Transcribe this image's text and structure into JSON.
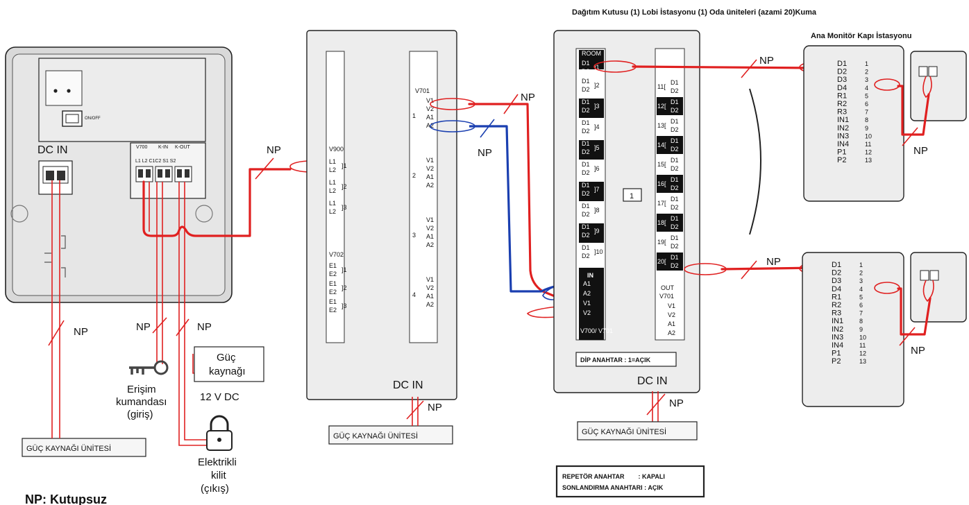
{
  "title_line1": "Dağıtım Kutusu (1) Lobi İstasyonu (1) Oda üniteleri (azami 20)Kuma",
  "title_line2": "Ana Monitör Kapı İstasyonu",
  "np": "NP",
  "legend_np": "NP: Kutupsuz",
  "main_monitor": {
    "dc_in": "DC IN",
    "onoff": "ON/OFF",
    "term_v700": "V700",
    "term_kin": "K-IN",
    "term_kout": "K-OUT",
    "term_pins": "L1 L2 C1C2 S1 S2",
    "power_unit": "GÜÇ KAYNAĞI ÜNİTESİ"
  },
  "access": {
    "line1": "Erişim",
    "line2": "kumandası",
    "line3": "(giriş)"
  },
  "psu": {
    "line1": "Güç",
    "line2": "kaynağı",
    "voltage": "12 V DC"
  },
  "lock": {
    "line1": "Elektrikli",
    "line2": "kilit",
    "line3": "(çıkış)"
  },
  "distribution": {
    "v900": "V900",
    "v702": "V702",
    "v701": "V701",
    "l_pairs": [
      [
        "L1",
        "L2",
        "1"
      ],
      [
        "L1",
        "L2",
        "2"
      ],
      [
        "L1",
        "L2",
        "3"
      ]
    ],
    "e_pairs": [
      [
        "E1",
        "E2",
        "1"
      ],
      [
        "E1",
        "E2",
        "2"
      ],
      [
        "E1",
        "E2",
        "3"
      ]
    ],
    "groups": [
      "1",
      "2",
      "3",
      "4"
    ],
    "group_pins": [
      "V1",
      "V2",
      "A1",
      "A2"
    ],
    "dc_in": "DC IN",
    "power_unit": "GÜÇ KAYNAĞI ÜNİTESİ"
  },
  "lobby": {
    "room": "ROOM",
    "d1": "D1",
    "d2": "D2",
    "left_nums": [
      "1",
      "2",
      "3",
      "4",
      "5",
      "6",
      "7",
      "8",
      "9",
      "10"
    ],
    "right_nums": [
      "11",
      "12",
      "13",
      "14",
      "15",
      "16",
      "17",
      "18",
      "19",
      "20"
    ],
    "in": "IN",
    "in_pins": [
      "A1",
      "A2",
      "V1",
      "V2"
    ],
    "in_foot": "V700/ V701",
    "out": "OUT",
    "out_v701": "V701",
    "out_pins": [
      "V1",
      "V2",
      "A1",
      "A2"
    ],
    "dip_value": "1",
    "dip_switch": "DİP ANAHTAR : 1=AÇIK",
    "dc_in": "DC IN",
    "power_unit": "GÜÇ KAYNAĞI ÜNİTESİ"
  },
  "repeater": {
    "line1": "REPETÖR ANAHTAR        : KAPALI",
    "line2": "SONLANDIRMA ANAHTARI : AÇIK"
  },
  "room_unit": {
    "pins": [
      "D1",
      "D2",
      "D3",
      "D4",
      "R1",
      "R2",
      "R3",
      "IN1",
      "IN2",
      "IN3",
      "IN4",
      "P1",
      "P2"
    ],
    "nums": [
      "1",
      "2",
      "3",
      "4",
      "5",
      "6",
      "7",
      "8",
      "9",
      "10",
      "11",
      "12",
      "13"
    ]
  }
}
